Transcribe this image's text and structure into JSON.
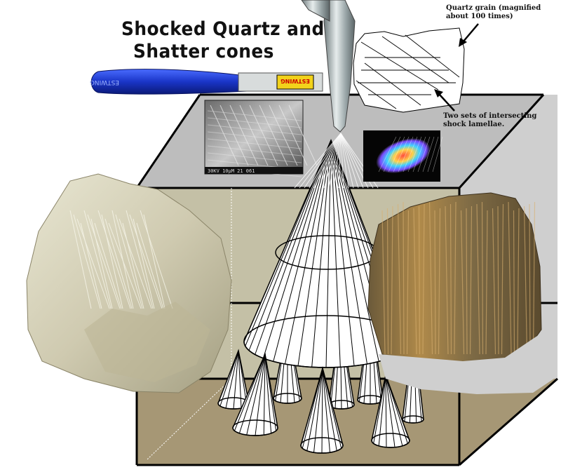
{
  "title": {
    "line1": "Shocked Quartz and",
    "line2": "Shatter cones"
  },
  "annotations": {
    "grain_line1": "Quartz grain (magnified",
    "grain_line2": "about 100 times)",
    "lamellae_line1": "Two sets of intersecting",
    "lamellae_line2": "shock lamellae."
  },
  "hammer_brand": "ESTWING",
  "sem_caption": "30KV   10µM   21 061",
  "colors": {
    "box_back": "#c4c0a6",
    "box_floor": "#a69775",
    "box_right": "#cfcfcf",
    "box_top": "#bdbdbd",
    "hammer_handle": "#1a35c8",
    "label_yellow": "#f2d21b"
  },
  "icons": [
    "rock-hammer-icon",
    "arrow-icon",
    "shatter-cone-icon",
    "rock-specimen-icon"
  ]
}
